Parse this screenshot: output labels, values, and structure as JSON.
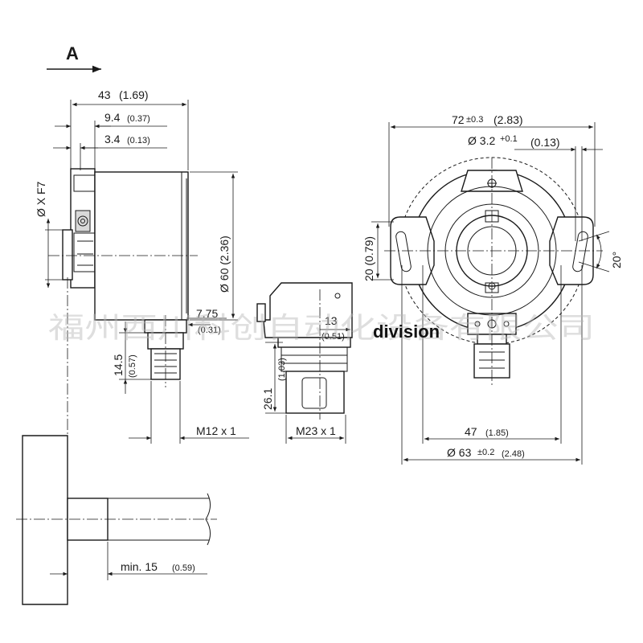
{
  "view_label": "A",
  "dims": {
    "len_43": "43",
    "len_43_in": "(1.69)",
    "len_9_4": "9.4",
    "len_9_4_in": "(0.37)",
    "len_3_4": "3.4",
    "len_3_4_in": "(0.13)",
    "dia_x": "Ø X F7",
    "dia_60": "Ø 60 (2.36)",
    "len_7_75": "7.75",
    "len_7_75_in": "(0.31)",
    "len_14_5": "14.5",
    "len_14_5_in": "(0.57)",
    "len_13": "13",
    "len_13_in": "(0.51)",
    "len_26_1": "26.1",
    "len_26_1_in": "(1.03)",
    "thread_m12": "M12 x 1",
    "thread_m23": "M23 x 1",
    "w_72": "72",
    "w_72_tol": "±0.3",
    "w_72_in": "(2.83)",
    "hole_3_2": "Ø 3.2",
    "hole_3_2_tol": "+0.1",
    "hole_3_2_in": "(0.13)",
    "h_20": "20 (0.79)",
    "angle_20": "20°",
    "w_47": "47",
    "w_47_in": "(1.85)",
    "dia_63": "Ø 63",
    "dia_63_tol": "±0.2",
    "dia_63_in": "(2.48)",
    "min_15": "min. 15",
    "min_15_in": "(0.59)"
  },
  "watermark": "福州西川科创自动化设备有限公司",
  "overlay_text": "division"
}
